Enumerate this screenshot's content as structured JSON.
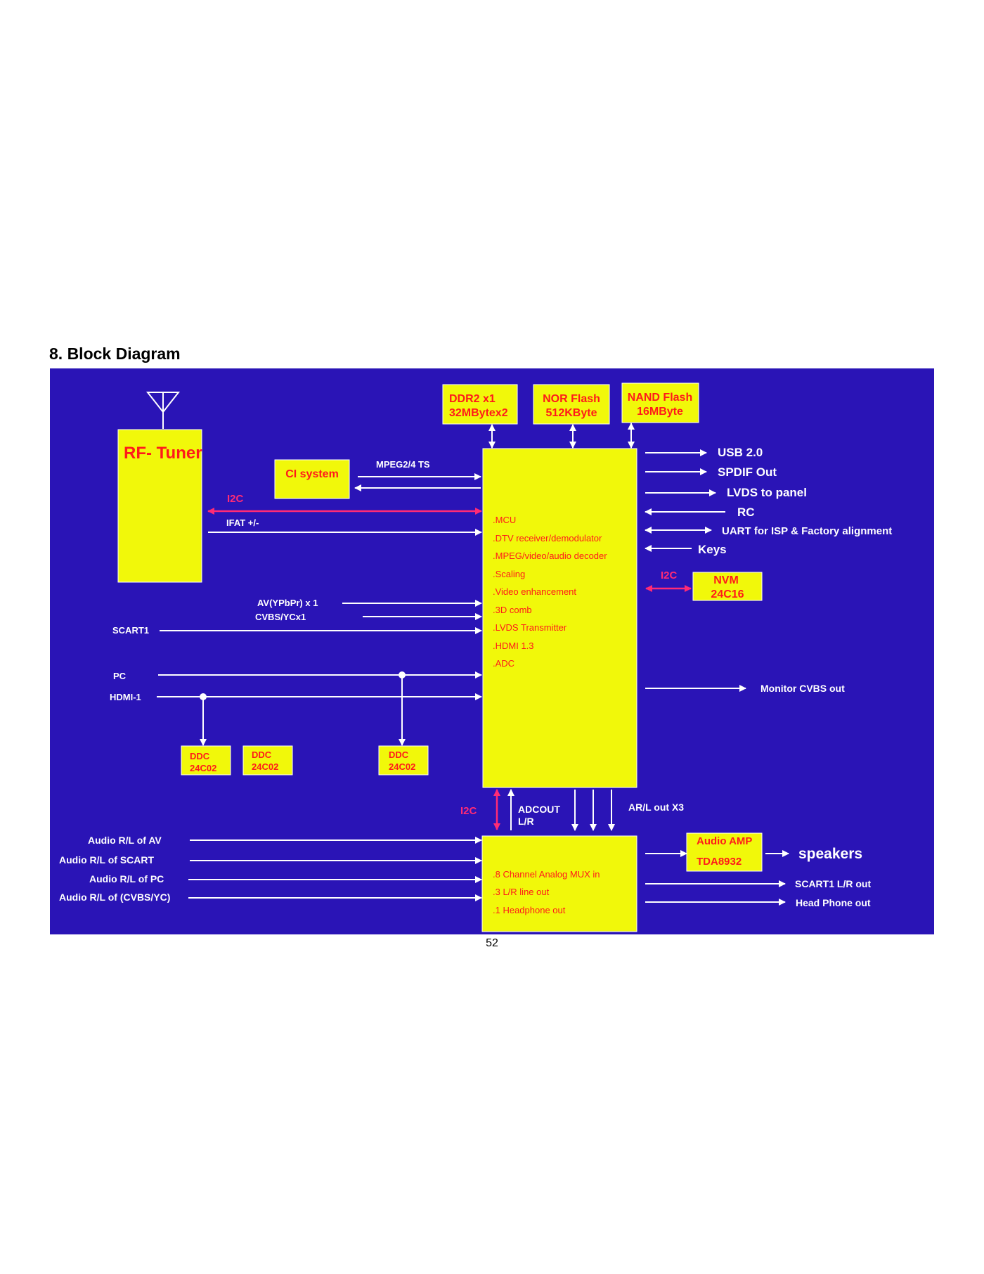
{
  "page": {
    "heading": "8. Block Diagram",
    "page_number": "52"
  },
  "colors": {
    "background": "#2a14b6",
    "block_fill": "#f1f80a",
    "line": "#ffffff",
    "i2c": "#ff2b75",
    "block_text": "#ff1a1a"
  },
  "blocks": {
    "rf_tuner": "RF- Tuner",
    "ci_system": "CI system",
    "ddr2": [
      "DDR2 x1",
      "32MBytex2"
    ],
    "nor_flash": [
      "NOR Flash",
      "512KByte"
    ],
    "nand_flash": [
      "NAND Flash",
      "16MByte"
    ],
    "nvm": [
      "NVM",
      "24C16"
    ],
    "audio_amp": [
      "Audio AMP",
      "TDA8932"
    ],
    "ddc_1": [
      "DDC",
      "24C02"
    ],
    "ddc_2": [
      "DDC",
      "24C02"
    ],
    "ddc_3": [
      "DDC",
      "24C02"
    ],
    "main_soc_features": [
      ".MCU",
      ".DTV receiver/demodulator",
      ".MPEG/video/audio decoder",
      ".Scaling",
      ".Video enhancement",
      ".3D comb",
      ".LVDS Transmitter",
      ".HDMI 1.3",
      ".ADC"
    ],
    "audio_mux_features": [
      ".8 Channel Analog MUX in",
      ".3 L/R line out",
      ".1 Headphone out"
    ]
  },
  "signals": {
    "mpeg_ts": "MPEG2/4 TS",
    "i2c_tuner": "I2C",
    "ifat": "IFAT +/-",
    "av_ypbpr": "AV(YPbPr) x 1",
    "cvbs_yc": "CVBS/YCx1",
    "scart1": "SCART1",
    "pc": "PC",
    "hdmi1": "HDMI-1",
    "i2c_nvm": "I2C",
    "i2c_audio": "I2C",
    "adcout": [
      "ADCOUT",
      "L/R"
    ],
    "ar_out": "AR/L out X3"
  },
  "outputs": {
    "usb": "USB 2.0",
    "spdif": "SPDIF Out",
    "lvds": "LVDS to panel",
    "rc": "RC",
    "uart": "UART for ISP & Factory alignment",
    "keys": "Keys",
    "monitor_cvbs": "Monitor CVBS out",
    "speakers": "speakers",
    "scart1_lr": "SCART1 L/R out",
    "headphone": "Head Phone out"
  },
  "audio_inputs": [
    "Audio R/L of AV",
    "Audio R/L of SCART",
    "Audio R/L of  PC",
    "Audio R/L of (CVBS/YC)"
  ]
}
